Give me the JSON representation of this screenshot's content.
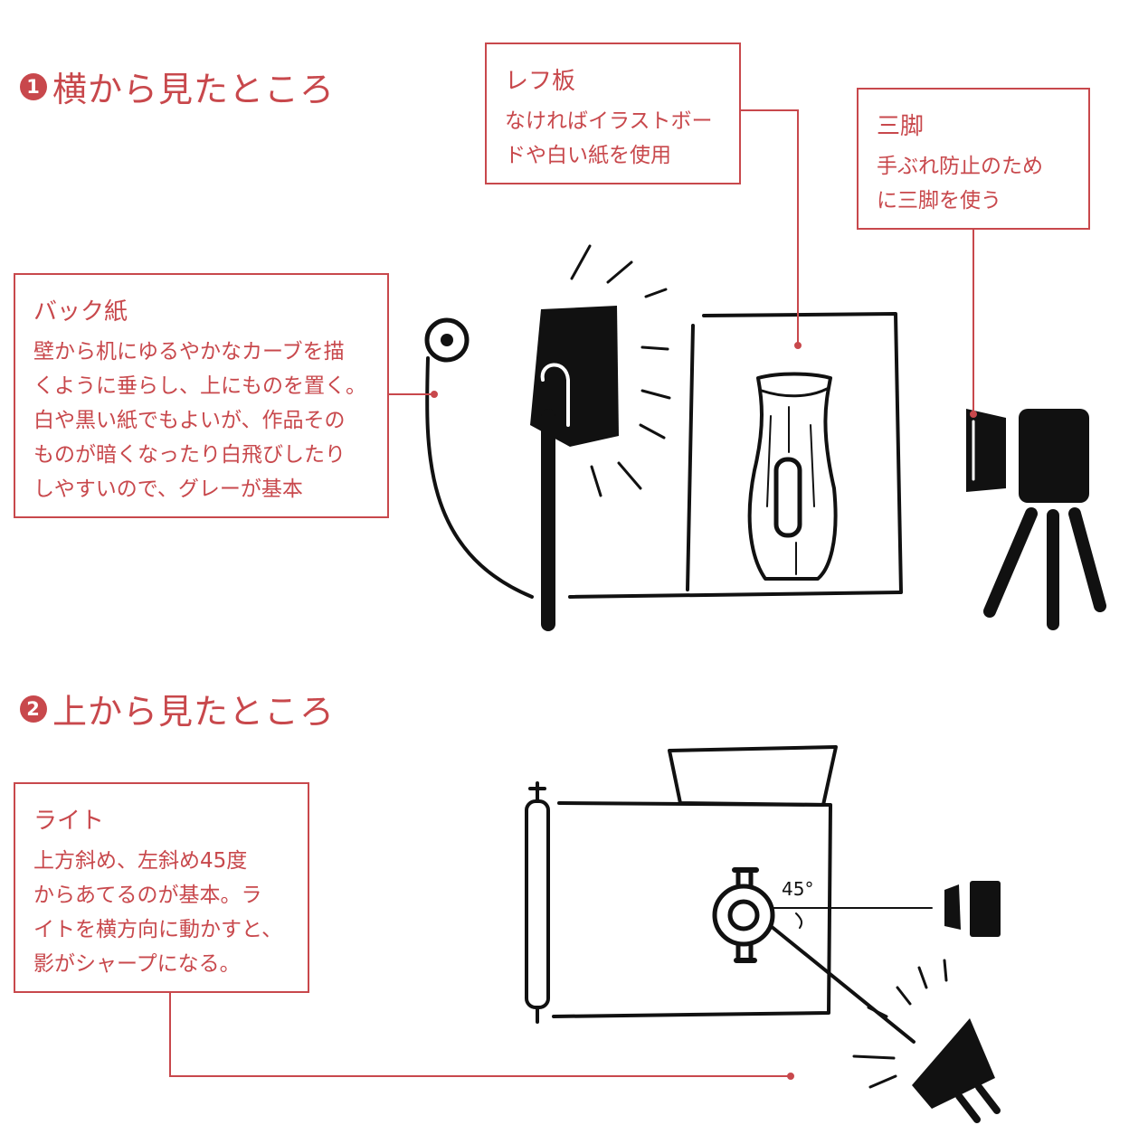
{
  "section1": {
    "number": "1",
    "heading": "横から見たところ"
  },
  "section2": {
    "number": "2",
    "heading": "上から見たところ"
  },
  "reflector": {
    "title": "レフ板",
    "lines": [
      "なければイラストボー",
      "ドや白い紙を使用"
    ]
  },
  "tripod": {
    "title": "三脚",
    "lines": [
      "手ぶれ防止のため",
      "に三脚を使う"
    ]
  },
  "backpaper": {
    "title": "バック紙",
    "lines": [
      "壁から机にゆるやかなカーブを描",
      "くように垂らし、上にものを置く。",
      "白や黒い紙でもよいが、作品その",
      "ものが暗くなったり白飛びしたり",
      "しやすいので、グレーが基本"
    ]
  },
  "light": {
    "title": "ライト",
    "lines": [
      "上方斜め、左斜め45度",
      "からあてるのが基本。ラ",
      "イトを横方向に動かすと、",
      "影がシャープになる。"
    ]
  },
  "angle_label": "45°",
  "colors": {
    "accent": "#c8484c",
    "ink": "#111111"
  }
}
